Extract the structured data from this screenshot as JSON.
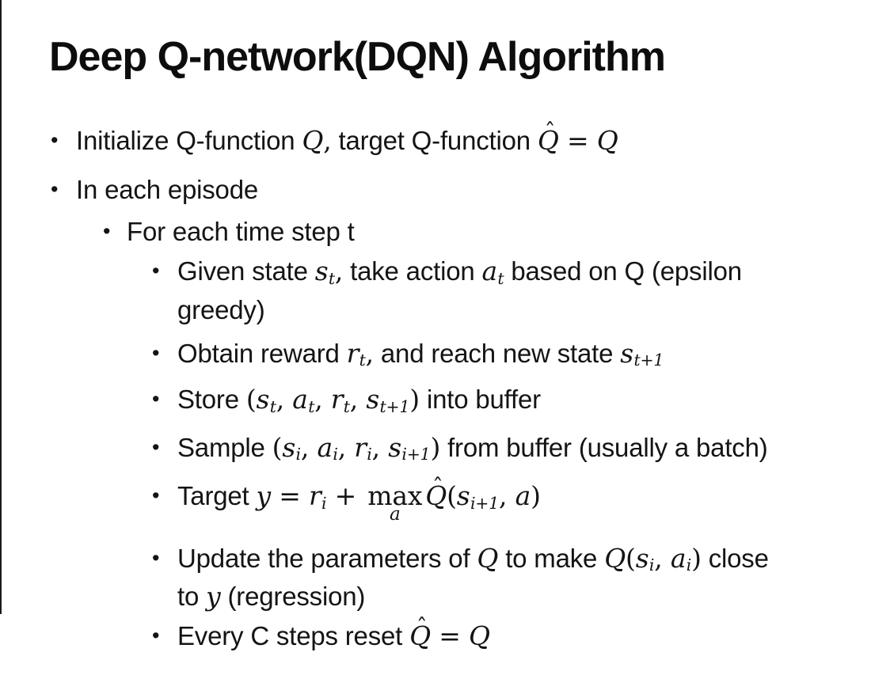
{
  "colors": {
    "background": "#ffffff",
    "text": "#141414",
    "border": "#1a1a1a"
  },
  "slide": {
    "title": "Deep Q-network(DQN) Algorithm",
    "bullet_glyph": "•",
    "hat_glyph": "ˆ",
    "bullets": [
      {
        "level": 1,
        "lines": [
          [
            {
              "k": "t",
              "v": "Initialize Q-function "
            },
            {
              "k": "v",
              "v": "Q"
            },
            {
              "k": "m",
              "v": ","
            },
            {
              "k": "t",
              "v": " target Q-function "
            },
            {
              "k": "v",
              "v": "Q",
              "hat": true
            },
            {
              "k": "m",
              "v": " = "
            },
            {
              "k": "v",
              "v": "Q"
            }
          ]
        ]
      },
      {
        "level": 1,
        "lines": [
          [
            {
              "k": "t",
              "v": "In each episode"
            }
          ]
        ]
      },
      {
        "level": 2,
        "lines": [
          [
            {
              "k": "t",
              "v": "For each time step t"
            }
          ]
        ]
      },
      {
        "level": 3,
        "lines": [
          [
            {
              "k": "t",
              "v": "Given state "
            },
            {
              "k": "v",
              "v": "s",
              "sub": "t"
            },
            {
              "k": "m",
              "v": ","
            },
            {
              "k": "t",
              "v": " take action "
            },
            {
              "k": "v",
              "v": "a",
              "sub": "t"
            },
            {
              "k": "t",
              "v": " based on Q (epsilon"
            }
          ],
          [
            {
              "k": "t",
              "v": "greedy)"
            }
          ]
        ]
      },
      {
        "level": 3,
        "lines": [
          [
            {
              "k": "t",
              "v": "Obtain reward "
            },
            {
              "k": "v",
              "v": "r",
              "sub": "t"
            },
            {
              "k": "m",
              "v": ","
            },
            {
              "k": "t",
              "v": " and reach new state "
            },
            {
              "k": "v",
              "v": "s",
              "sub": "t+1"
            }
          ]
        ]
      },
      {
        "level": 3,
        "lines": [
          [
            {
              "k": "t",
              "v": "Store "
            },
            {
              "k": "m",
              "v": "("
            },
            {
              "k": "v",
              "v": "s",
              "sub": "t"
            },
            {
              "k": "m",
              "v": ", "
            },
            {
              "k": "v",
              "v": "a",
              "sub": "t"
            },
            {
              "k": "m",
              "v": ", "
            },
            {
              "k": "v",
              "v": "r",
              "sub": "t"
            },
            {
              "k": "m",
              "v": ", "
            },
            {
              "k": "v",
              "v": "s",
              "sub": "t+1"
            },
            {
              "k": "m",
              "v": ")"
            },
            {
              "k": "t",
              "v": " into buffer"
            }
          ]
        ]
      },
      {
        "level": 3,
        "lines": [
          [
            {
              "k": "t",
              "v": "Sample "
            },
            {
              "k": "m",
              "v": "("
            },
            {
              "k": "v",
              "v": "s",
              "sub": "i"
            },
            {
              "k": "m",
              "v": ", "
            },
            {
              "k": "v",
              "v": "a",
              "sub": "i"
            },
            {
              "k": "m",
              "v": ", "
            },
            {
              "k": "v",
              "v": "r",
              "sub": "i"
            },
            {
              "k": "m",
              "v": ", "
            },
            {
              "k": "v",
              "v": "s",
              "sub": "i+1"
            },
            {
              "k": "m",
              "v": ")"
            },
            {
              "k": "t",
              "v": " from buffer (usually a batch)"
            }
          ]
        ]
      },
      {
        "level": 3,
        "lines": [
          [
            {
              "k": "t",
              "v": "Target "
            },
            {
              "k": "v",
              "v": "y"
            },
            {
              "k": "m",
              "v": " = "
            },
            {
              "k": "v",
              "v": "r",
              "sub": "i"
            },
            {
              "k": "m",
              "v": " + "
            },
            {
              "k": "max",
              "v": "max",
              "under": "a"
            },
            {
              "k": "v",
              "v": "Q",
              "hat": true
            },
            {
              "k": "m",
              "v": "("
            },
            {
              "k": "v",
              "v": "s",
              "sub": "i+1"
            },
            {
              "k": "m",
              "v": ", "
            },
            {
              "k": "v",
              "v": "a"
            },
            {
              "k": "m",
              "v": ")"
            }
          ]
        ]
      },
      {
        "level": 3,
        "lines": [
          [
            {
              "k": "t",
              "v": "Update the parameters of "
            },
            {
              "k": "v",
              "v": "Q"
            },
            {
              "k": "t",
              "v": " to make "
            },
            {
              "k": "v",
              "v": "Q"
            },
            {
              "k": "m",
              "v": "("
            },
            {
              "k": "v",
              "v": "s",
              "sub": "i"
            },
            {
              "k": "m",
              "v": ", "
            },
            {
              "k": "v",
              "v": "a",
              "sub": "i"
            },
            {
              "k": "m",
              "v": ")"
            },
            {
              "k": "t",
              "v": " close"
            }
          ],
          [
            {
              "k": "t",
              "v": "to "
            },
            {
              "k": "v",
              "v": "y"
            },
            {
              "k": "t",
              "v": " (regression)"
            }
          ]
        ]
      },
      {
        "level": 3,
        "lines": [
          [
            {
              "k": "t",
              "v": "Every C steps reset "
            },
            {
              "k": "v",
              "v": "Q",
              "hat": true
            },
            {
              "k": "m",
              "v": " = "
            },
            {
              "k": "v",
              "v": "Q"
            }
          ]
        ]
      }
    ]
  }
}
